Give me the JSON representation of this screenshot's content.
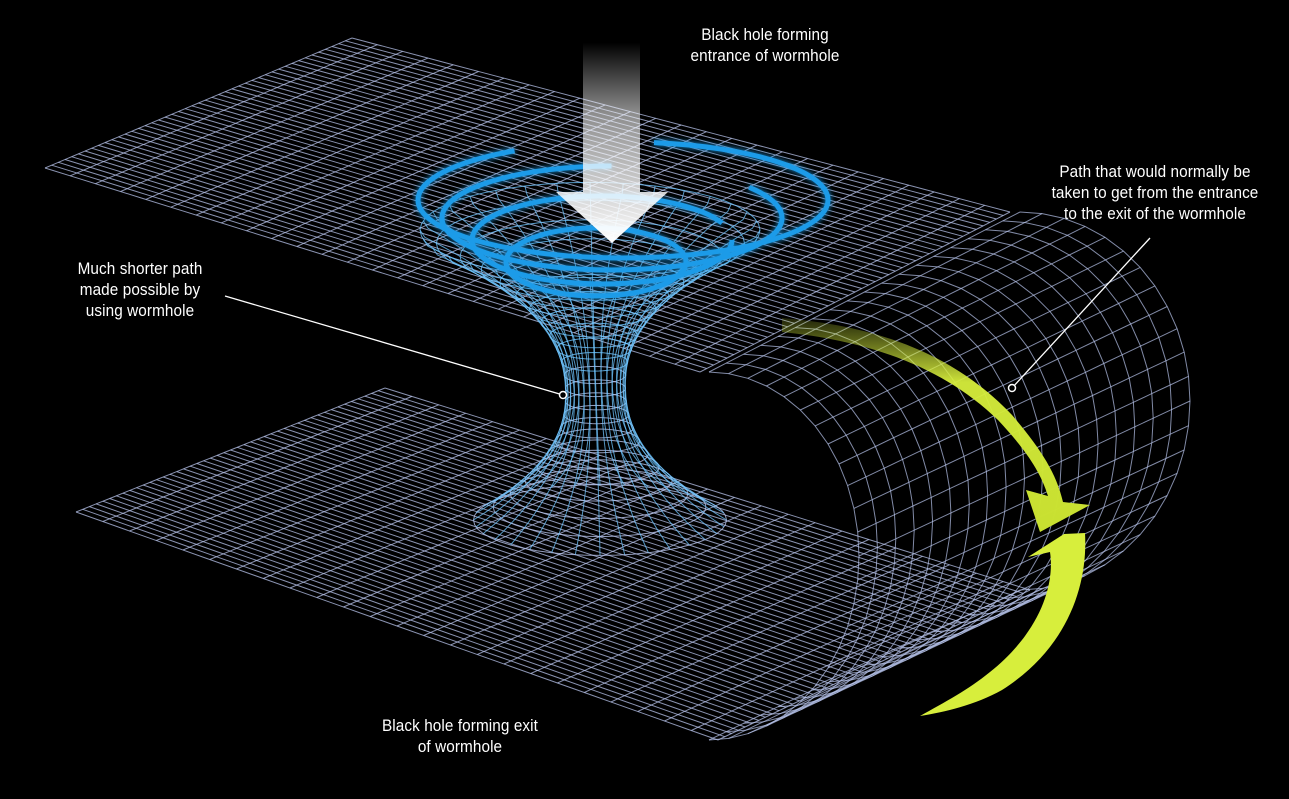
{
  "labels": {
    "entrance": [
      "Black hole forming",
      "entrance of wormhole"
    ],
    "shorter_path": [
      "Much shorter path",
      "made possible by",
      "using wormhole"
    ],
    "normal_path": [
      "Path that would normally be",
      "taken to get from the entrance",
      "to the exit of the wormhole"
    ],
    "exit": [
      "Black hole forming exit",
      "of wormhole"
    ]
  },
  "colors": {
    "background": "#000000",
    "grid": "#b8c4ec",
    "throat_grid": "#6fc6ff",
    "rings": "#1f9be8",
    "path_arrow": "#d7ee3c",
    "entrance_arrow": "#ffffff",
    "label_text": "#ffffff"
  }
}
